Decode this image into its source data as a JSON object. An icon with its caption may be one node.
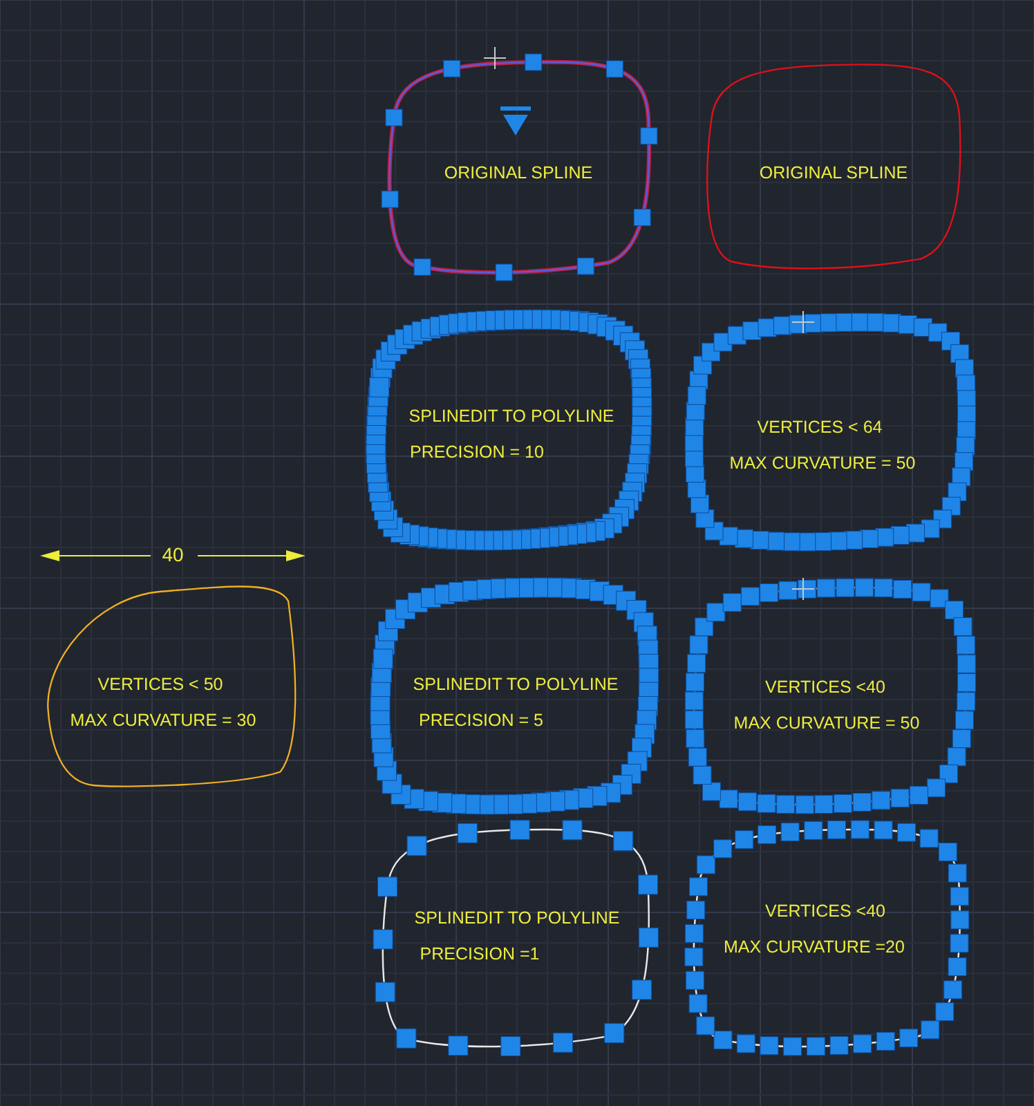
{
  "diagram": {
    "nodes": [
      {
        "text": [
          "ORIGINAL SPLINE"
        ]
      },
      {
        "text": [
          "ORIGINAL SPLINE"
        ]
      },
      {
        "text": [
          "SPLINEDIT TO POLYLINE",
          "PRECISION = 10"
        ]
      },
      {
        "text": [
          "VERTICES < 64",
          "MAX CURVATURE = 50"
        ]
      },
      {
        "text": [
          "VERTICES < 50",
          "MAX CURVATURE = 30"
        ]
      },
      {
        "text": [
          "SPLINEDIT TO POLYLINE",
          "PRECISION = 5"
        ]
      },
      {
        "text": [
          "VERTICES <40",
          "MAX CURVATURE = 50"
        ]
      },
      {
        "text": [
          "SPLINEDIT TO POLYLINE",
          "PRECISION =1"
        ]
      },
      {
        "text": [
          "VERTICES <40",
          "MAX CURVATURE =20"
        ]
      }
    ],
    "labels": [
      "40"
    ]
  }
}
